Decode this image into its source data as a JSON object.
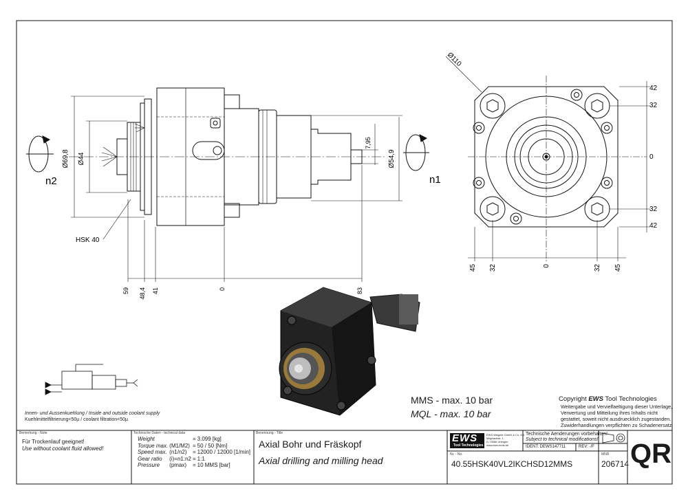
{
  "drawing": {
    "dimensions": {
      "d110": "Ø110",
      "d698": "Ø69,8",
      "d44": "Ø44",
      "d549": "Ø54,9",
      "d795": "7,95",
      "n1": "n1",
      "n2": "n2",
      "hsk": "HSK 40",
      "side_ticks": [
        "59",
        "48,4",
        "41",
        "0",
        "83"
      ],
      "right_ticks": [
        "42",
        "32",
        "0",
        "32",
        "42"
      ],
      "bottom_ticks": [
        "45",
        "32",
        "0",
        "32",
        "45"
      ]
    },
    "mms": "MMS - max. 10 bar",
    "mql": "MQL - max. 10 bar",
    "coolant_line1": "Innen- und Aussenkuehlung / Inside and outside coolant supply",
    "coolant_line2": "Kuehlmittelfiltrierung<50µ / coolant filtration<50µ",
    "copyright_title": "Copyright ",
    "copyright_brand": "EWS",
    "copyright_rest": " Tool Technologies",
    "copyright_lines": [
      "Weitergabe und Vervielfaeltigung dieser Unterlage,",
      "Verwertung und Mitteilung ihres Inhalts nicht",
      "gestattet, soweit nicht ausdruecklich zugestanden.",
      "Zuwiderhandlungen verpflichten zu Schadenersatz."
    ]
  },
  "titleblock": {
    "remark_label": "Bemerkung - Note",
    "remark_de": "Für Trockenlauf geeignet!",
    "remark_en": "Use without coolant fluid allowed!",
    "tech_label": "Technische Daten - technical data",
    "tech_rows": [
      {
        "name": "Weight",
        "sym": "",
        "eq": "=",
        "val": "3.099 [kg]"
      },
      {
        "name": "Torque max.",
        "sym": "(M1/M2)",
        "eq": "=",
        "val": "50 / 50 [Nm]"
      },
      {
        "name": "Speed max.",
        "sym": "(n1/n2)",
        "eq": "=",
        "val": "12000 / 12000 [1/min]"
      },
      {
        "name": "Gear ratio",
        "sym": "(i)=n1:n2",
        "eq": "=",
        "val": "1:1"
      },
      {
        "name": "Pressure",
        "sym": "(pmax)",
        "eq": "=",
        "val": "10 MMS [bar]"
      }
    ],
    "title_label": "Benennung - Title",
    "title_de": "Axial Bohr und Fräskopf",
    "title_en": "Axial drilling and milling head",
    "logo": "EWS",
    "logo_sub": "Tool Technologies",
    "company_lines": [
      "EWS Weigele GmbH & Co. KG",
      "Maybachstr. 1",
      "D-73066 Uhingen",
      "www.ews-tools.de"
    ],
    "change_de": "Technische Aenderungen vorbehalten!",
    "change_en": "Subject to technical modifications!",
    "ident": "IDENT: DEWS147711",
    "rev": "REV: -/F",
    "nr_label": "Nr. - No.",
    "part_no": "40.55HSK40VL2IKCHSD12MMS",
    "mnr_label": "MNR",
    "mnr": "206714",
    "qr": "QR"
  }
}
